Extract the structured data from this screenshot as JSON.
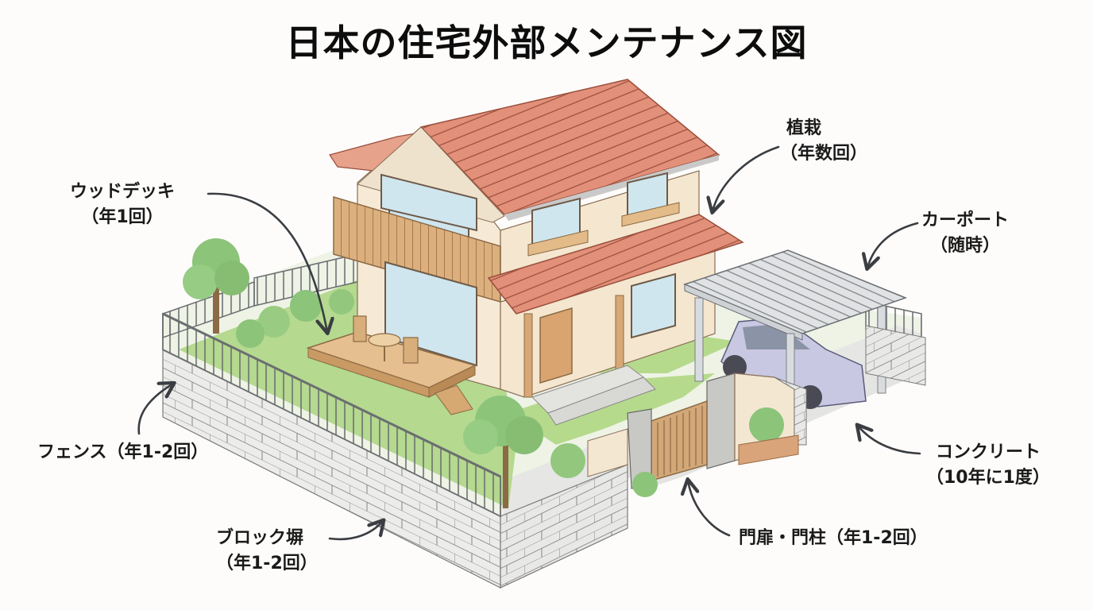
{
  "title": "日本の住宅外部メンテナンス図",
  "colors": {
    "background": "#fdfcfa",
    "roof": "#e3907a",
    "roof_line": "#9a4f3c",
    "wall": "#f6ead6",
    "wood": "#dcb07e",
    "glass": "#cfe6ef",
    "grass": "#a9d37f",
    "tree": "#8cc47a",
    "block": "#ececea",
    "carport": "#d9dcdf",
    "car": "#c9c8e3",
    "concrete": "#e6e6e4",
    "arrow": "#3a3d42",
    "text": "#111111"
  },
  "labels": [
    {
      "id": "wood-deck",
      "name": "ウッドデッキ",
      "frequency": "（年1回）"
    },
    {
      "id": "planting",
      "name": "植栽",
      "frequency": "（年数回）"
    },
    {
      "id": "carport",
      "name": "カーポート",
      "frequency": "（随時）"
    },
    {
      "id": "fence",
      "name": "フェンス（年1-2回）",
      "frequency": ""
    },
    {
      "id": "concrete",
      "name": "コンクリート",
      "frequency": "（10年に1度）"
    },
    {
      "id": "block-wall",
      "name": "ブロック塀",
      "frequency": "（年1-2回）"
    },
    {
      "id": "gate",
      "name": "門扉・門柱（年1-2回）",
      "frequency": ""
    }
  ]
}
